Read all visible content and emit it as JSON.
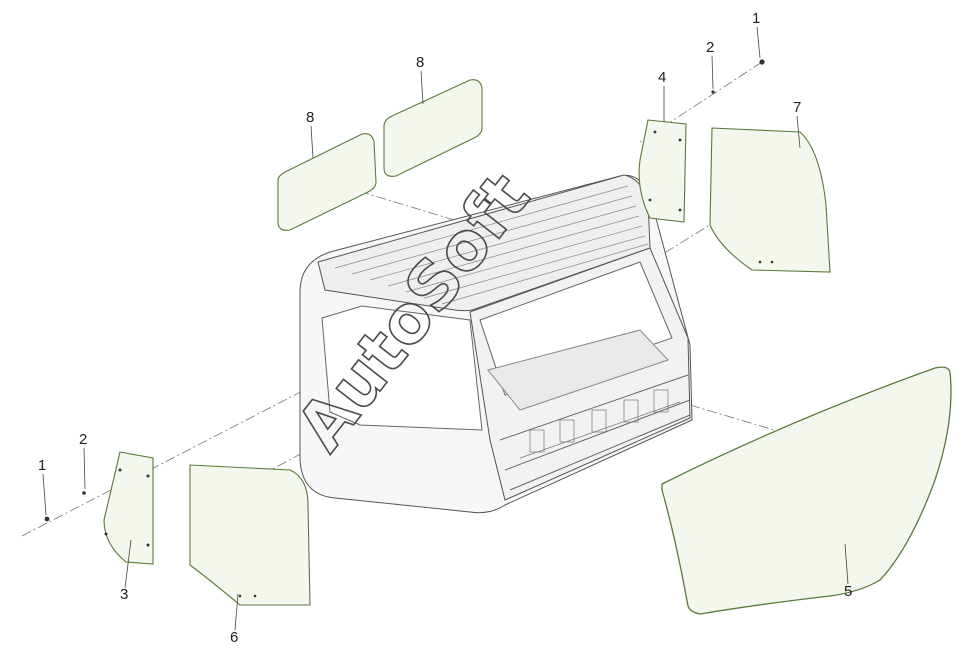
{
  "diagram": {
    "callouts": [
      "1",
      "2",
      "3",
      "4",
      "5",
      "6",
      "7",
      "8"
    ],
    "watermark": "AutoSoft"
  },
  "colors": {
    "background": "#ffffff",
    "line": "#3a3a3a",
    "glass_fill": "#f3f7ee",
    "glass_edge": "#5a7a3a",
    "cab_fill": "#f7f7f7",
    "cab_edge": "#555555"
  }
}
